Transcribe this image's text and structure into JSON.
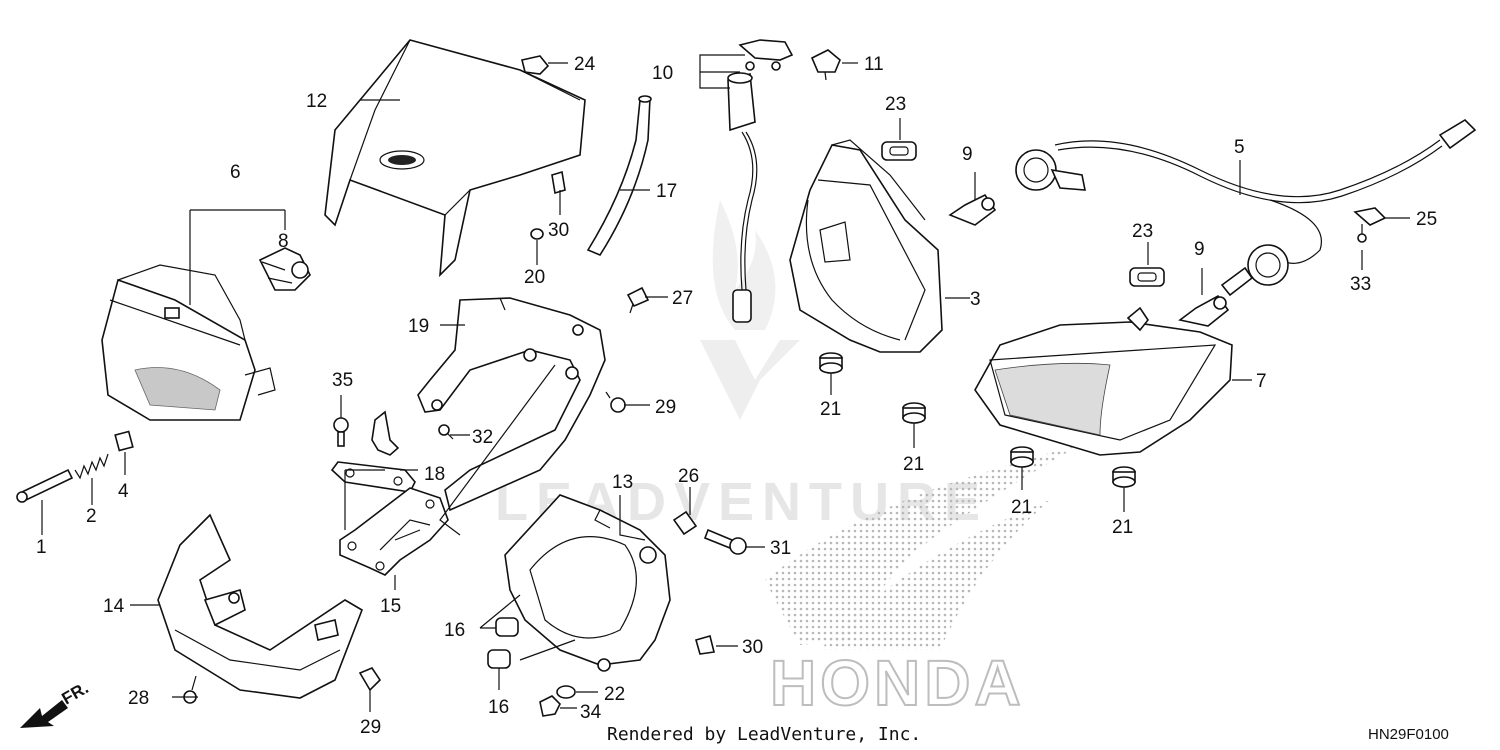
{
  "diagram": {
    "callouts": [
      {
        "id": "c1",
        "text": "1"
      },
      {
        "id": "c2",
        "text": "2"
      },
      {
        "id": "c3",
        "text": "3"
      },
      {
        "id": "c4",
        "text": "4"
      },
      {
        "id": "c5",
        "text": "5"
      },
      {
        "id": "c6",
        "text": "6"
      },
      {
        "id": "c7",
        "text": "7"
      },
      {
        "id": "c8",
        "text": "8"
      },
      {
        "id": "c9a",
        "text": "9"
      },
      {
        "id": "c9b",
        "text": "9"
      },
      {
        "id": "c10",
        "text": "10"
      },
      {
        "id": "c11",
        "text": "11"
      },
      {
        "id": "c12",
        "text": "12"
      },
      {
        "id": "c13",
        "text": "13"
      },
      {
        "id": "c14",
        "text": "14"
      },
      {
        "id": "c15",
        "text": "15"
      },
      {
        "id": "c16a",
        "text": "16"
      },
      {
        "id": "c16b",
        "text": "16"
      },
      {
        "id": "c17",
        "text": "17"
      },
      {
        "id": "c18",
        "text": "18"
      },
      {
        "id": "c19",
        "text": "19"
      },
      {
        "id": "c20",
        "text": "20"
      },
      {
        "id": "c21a",
        "text": "21"
      },
      {
        "id": "c21b",
        "text": "21"
      },
      {
        "id": "c21c",
        "text": "21"
      },
      {
        "id": "c21d",
        "text": "21"
      },
      {
        "id": "c22",
        "text": "22"
      },
      {
        "id": "c23a",
        "text": "23"
      },
      {
        "id": "c23b",
        "text": "23"
      },
      {
        "id": "c24",
        "text": "24"
      },
      {
        "id": "c25",
        "text": "25"
      },
      {
        "id": "c26",
        "text": "26"
      },
      {
        "id": "c27",
        "text": "27"
      },
      {
        "id": "c28",
        "text": "28"
      },
      {
        "id": "c29a",
        "text": "29"
      },
      {
        "id": "c29b",
        "text": "29"
      },
      {
        "id": "c30a",
        "text": "30"
      },
      {
        "id": "c30b",
        "text": "30"
      },
      {
        "id": "c31",
        "text": "31"
      },
      {
        "id": "c32",
        "text": "32"
      },
      {
        "id": "c33",
        "text": "33"
      },
      {
        "id": "c34",
        "text": "34"
      },
      {
        "id": "c35",
        "text": "35"
      }
    ],
    "front_indicator": "FR.",
    "footer_text": "Rendered by LeadVenture, Inc.",
    "diagram_code": "HN29F0100",
    "watermark_text": "LEADVENTURE",
    "brand_text": "HONDA"
  }
}
